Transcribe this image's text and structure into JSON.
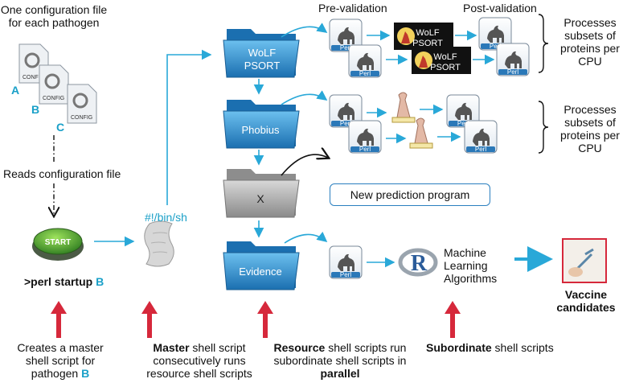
{
  "left": {
    "config_title_line1": "One configuration file",
    "config_title_line2": "for each pathogen",
    "config_doc_label": "CONFIG",
    "config_letters": [
      "A",
      "B",
      "C"
    ],
    "reads_config": "Reads configuration file",
    "start_button_label": "START",
    "startup_text": ">perl startup",
    "startup_letter": "B"
  },
  "shell": {
    "label": "#!/bin/sh"
  },
  "folders": {
    "wolf": "WoLF PSORT",
    "wolf_line1": "WoLF",
    "wolf_line2": "PSORT",
    "phobius": "Phobius",
    "x": "X",
    "evidence": "Evidence"
  },
  "headers": {
    "pre_validation": "Pre-validation",
    "post_validation": "Post-validation"
  },
  "perl_icon_label": "Perl",
  "wolf_logo": {
    "line1": "WoLF",
    "line2": "PSORT"
  },
  "processes": {
    "line1": "Processes",
    "line2": "subsets of",
    "line3": "proteins per",
    "line4": "CPU"
  },
  "new_prediction": "New prediction program",
  "ml": {
    "line1": "Machine",
    "line2": "Learning",
    "line3": "Algorithms",
    "r_letter": "R"
  },
  "vaccine": {
    "line1": "Vaccine",
    "line2": "candidates"
  },
  "captions": {
    "c1_line1": "Creates a master",
    "c1_line2": "shell script for",
    "c1_line3": "pathogen",
    "c1_letter": "B",
    "c2_bold": "Master",
    "c2_line1_rest": " shell script",
    "c2_line2": "consecutively runs",
    "c2_line3": "resource shell scripts",
    "c3_bold": "Resource",
    "c3_line1_rest": " shell scripts run",
    "c3_line2": "subordinate shell scripts in",
    "c3_line3": "parallel",
    "c4_bold": "Subordinate",
    "c4_rest": " shell scripts"
  },
  "colors": {
    "arrow_blue": "#29a8d8",
    "accent_blue": "#1aa0c8",
    "red_arrow": "#d6283b",
    "folder_blue": "#2a82c4",
    "folder_grey": "#9a9a9a",
    "start_green": "#3a9b2e"
  }
}
